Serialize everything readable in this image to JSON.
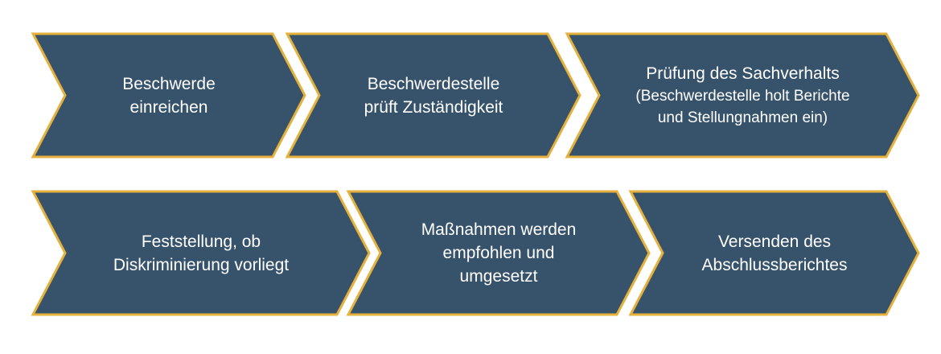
{
  "colors": {
    "fill": "#37536C",
    "border": "#E5B13C",
    "text": "#FFFFFF"
  },
  "steps": [
    {
      "main": "Beschwerde\neinreichen",
      "sub": ""
    },
    {
      "main": "Beschwerdestelle\nprüft Zuständigkeit",
      "sub": ""
    },
    {
      "main": "Prüfung des Sachverhalts",
      "sub": "(Beschwerdestelle holt Berichte\nund Stellungnahmen ein)"
    },
    {
      "main": "Feststellung, ob\nDiskriminierung vorliegt",
      "sub": ""
    },
    {
      "main": "Maßnahmen werden\nempfohlen und\numgesetzt",
      "sub": ""
    },
    {
      "main": "Versenden des\nAbschlussberichtes",
      "sub": ""
    }
  ]
}
